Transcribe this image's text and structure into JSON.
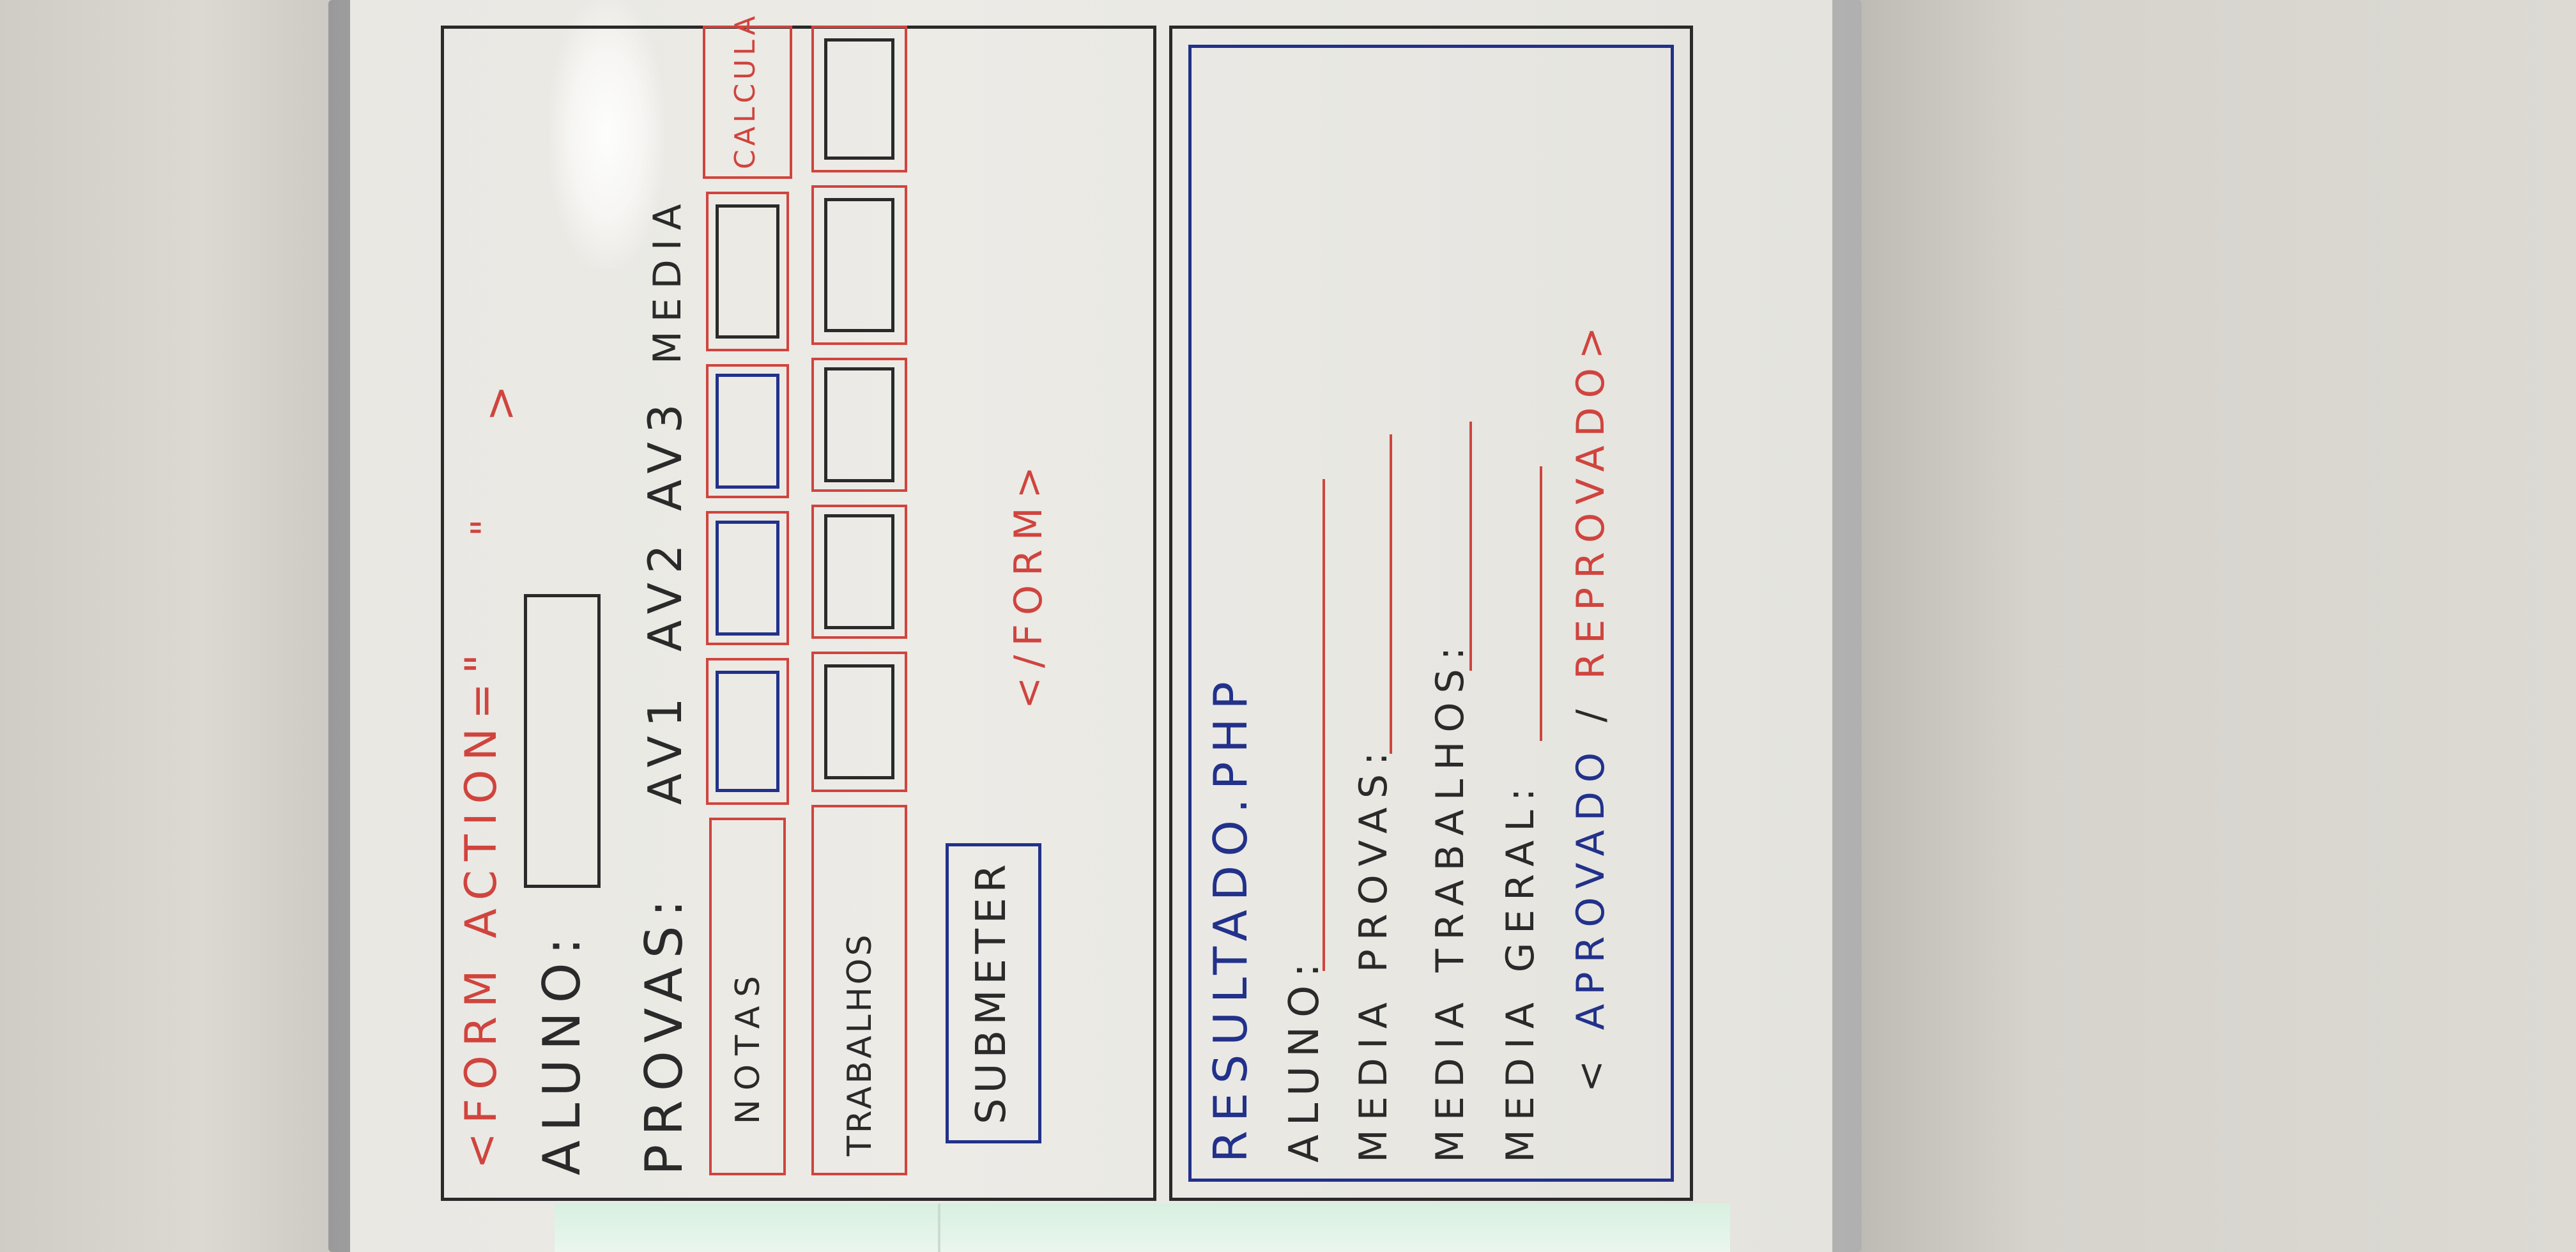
{
  "form": {
    "open_tag": "<FORM ACTION=\"",
    "close_quote": "\"",
    "close_bracket": ">",
    "aluno_label": "ALUNO:",
    "provas_label": "PROVAS:",
    "columns": [
      "AV1",
      "AV2",
      "AV3",
      "MEDIA"
    ],
    "notas_label": "NOTAS",
    "trabalhos_label": "TRABALHOS",
    "calcular_label": "CALCULA",
    "submit_label": "SUBMETER",
    "close_tag": "</FORM>"
  },
  "resultado": {
    "title": "RESULTADO.PHP",
    "aluno_label": "ALUNO:",
    "media_provas_label": "MEDIA PROVAS:",
    "media_trabalhos_label": "MEDIA TRABALHOS:",
    "media_geral_label": "MEDIA GERAL:",
    "status_prefix": "<",
    "status_aprovado": "APROVADO",
    "status_sep": "/",
    "status_reprovado": "REPROVADO>"
  },
  "colors": {
    "marker_black": "#2a2a2a",
    "marker_red": "#d0443e",
    "marker_blue": "#22318a"
  }
}
